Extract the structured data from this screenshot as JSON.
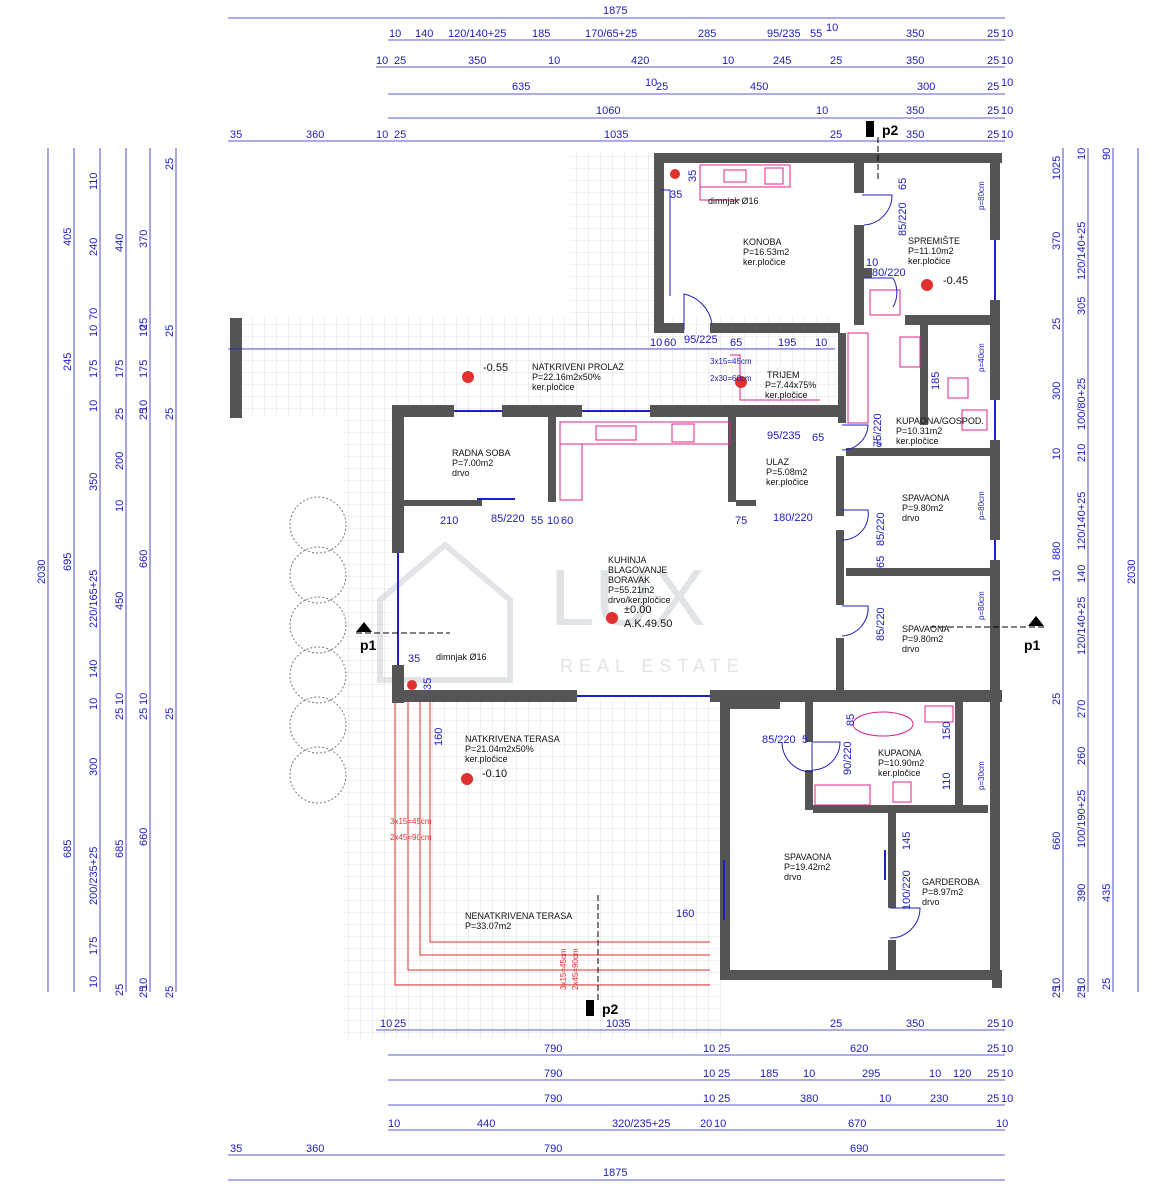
{
  "watermark": {
    "brand": "LUX",
    "sub": "REAL ESTATE"
  },
  "section_markers": {
    "vertical": "p2",
    "horizontal": "p1"
  },
  "top_dimensions": {
    "total": "1875",
    "row1": [
      "10",
      "140",
      "120/140+25",
      "185",
      "170/65+25",
      "285",
      "95/235",
      "55",
      "10",
      "350",
      "25",
      "10"
    ],
    "row2": [
      "10",
      "25",
      "350",
      "10",
      "420",
      "10",
      "245",
      "25",
      "350",
      "25",
      "10"
    ],
    "row3": [
      "635",
      "10",
      "25",
      "450",
      "300",
      "25",
      "10"
    ],
    "row4": [
      "1060",
      "10",
      "350",
      "25",
      "10"
    ],
    "row5": [
      "35",
      "360",
      "10",
      "25",
      "1035",
      "25",
      "350",
      "25",
      "10"
    ]
  },
  "bottom_dimensions": {
    "total": "1875",
    "row1": [
      "10",
      "25",
      "1035",
      "25",
      "350",
      "25",
      "10"
    ],
    "row2": [
      "790",
      "10",
      "25",
      "620",
      "25",
      "10"
    ],
    "row3": [
      "790",
      "10",
      "25",
      "185",
      "10",
      "295",
      "10",
      "120",
      "25",
      "10"
    ],
    "row4": [
      "790",
      "10",
      "25",
      "380",
      "10",
      "230",
      "25",
      "10"
    ],
    "row5": [
      "10",
      "440",
      "320/235+25",
      "20",
      "10",
      "670",
      "10"
    ],
    "row6": [
      "35",
      "360",
      "790",
      "690"
    ]
  },
  "left_dimensions": {
    "total": "2030",
    "col1": [
      "405",
      "245",
      "695",
      "685"
    ],
    "col2": [
      "110",
      "240",
      "10",
      "70",
      "175",
      "10",
      "350",
      "220/165+25",
      "140",
      "10",
      "300",
      "200/235+25",
      "175",
      "10"
    ],
    "col3": [
      "440",
      "175",
      "25",
      "200",
      "10",
      "450",
      "10",
      "25",
      "685",
      "25"
    ],
    "col4": [
      "370",
      "10",
      "25",
      "175",
      "25",
      "10",
      "660",
      "10",
      "25",
      "660",
      "10",
      "25"
    ]
  },
  "right_dimensions": {
    "total": "2030",
    "col1": [
      "25",
      "10",
      "370",
      "25",
      "300",
      "10",
      "880",
      "10",
      "25",
      "660",
      "10",
      "25"
    ],
    "col2": [
      "10",
      "120/140+25",
      "305",
      "100/80+25",
      "210",
      "120/140+25",
      "140",
      "120/140+25",
      "270",
      "260",
      "100/190+25",
      "390",
      "10",
      "25"
    ],
    "col3": [
      "90",
      "435",
      "25"
    ]
  },
  "rooms": {
    "konoba": {
      "name": "KONOBA",
      "area": "P=16.53m2",
      "floor": "ker.pločice"
    },
    "spremiste": {
      "name": "SPREMIŠTE",
      "area": "P=11.10m2",
      "floor": "ker.pločice",
      "level": "-0.45"
    },
    "prolaz": {
      "name": "NATKRIVENI PROLAZ",
      "area": "P=22.16m2x50%",
      "floor": "ker.pločice",
      "level": "-0.55"
    },
    "trijem": {
      "name": "TRIJEM",
      "area": "P=7.44x75%",
      "floor": "ker.pločice"
    },
    "kupaona_gosp": {
      "name": "KUPAONA/GOSPOD.",
      "area": "P=10.31m2",
      "floor": "ker.pločice"
    },
    "radna_soba": {
      "name": "RADNA SOBA",
      "area": "P=7.00m2",
      "floor": "drvo"
    },
    "ulaz": {
      "name": "ULAZ",
      "area": "P=5.08m2",
      "floor": "ker.pločice"
    },
    "spavaona1": {
      "name": "SPAVAONA",
      "area": "P=9.80m2",
      "floor": "drvo"
    },
    "spavaona2": {
      "name": "SPAVAONA",
      "area": "P=9.80m2",
      "floor": "drvo"
    },
    "kuhinja": {
      "l1": "KUHINJA",
      "l2": "BLAGOVANJE",
      "l3": "BORAVAK",
      "area": "P=55.21m2",
      "floor": "drvo/ker.pločice",
      "level": "±0.00",
      "ak": "A.K.49.50"
    },
    "terasa_natk": {
      "name": "NATKRIVENA TERASA",
      "area": "P=21.04m2x50%",
      "floor": "ker.pločice",
      "level": "-0.10"
    },
    "kupaona": {
      "name": "KUPAONA",
      "area": "P=10.90m2",
      "floor": "ker.pločice"
    },
    "spavaona3": {
      "name": "SPAVAONA",
      "area": "P=19.42m2",
      "floor": "drvo"
    },
    "garderoba": {
      "name": "GARDEROBA",
      "area": "P=8.97m2",
      "floor": "drvo"
    },
    "terasa_nenatk": {
      "name": "NENATKRIVENA TERASA",
      "area": "P=33.07m2"
    }
  },
  "inner_labels": {
    "dimnjak_top": "dimnjak Ø16",
    "dimnjak_left": "dimnjak  Ø16",
    "d35a": "35",
    "d35b": "35",
    "d35c": "35",
    "d35d": "35",
    "d65a": "65",
    "d8522a": "85/220",
    "d10": "10",
    "d80220": "80/220",
    "d95225": "95/225",
    "d65b": "65",
    "d195": "195",
    "d10b": "10",
    "d60": "60",
    "d10c": "10",
    "stair1a": "3x15=45cm",
    "stair1b": "2x30=60cm",
    "d95235": "95/235",
    "d65c": "65",
    "d75220": "75/220",
    "d5": "5",
    "d185": "185",
    "d210": "210",
    "d8522b": "85/220",
    "d55": "55",
    "d10d": "10",
    "d60b": "60",
    "d75": "75",
    "d180220": "180/220",
    "d8522c": "85/220",
    "d65d": "65",
    "d8522d": "85/220",
    "p80a": "p=80cm",
    "p80b": "p=80cm",
    "p80c": "p=80cm",
    "p40": "p=40cm",
    "p30": "p=30cm",
    "d8522e": "85/220",
    "d5b": "5",
    "d90220": "90/220",
    "d150": "150",
    "d110": "110",
    "d85": "85",
    "d160a": "160",
    "d160b": "160",
    "d145": "145",
    "d100220": "100/220",
    "stair2a": "3x15=45cm",
    "stair2b": "2x45=90cm",
    "stair3a": "3x15=45cm",
    "stair3b": "2x45=90cm"
  },
  "colors": {
    "wall": "#555555",
    "dimension": "#2020c0",
    "pink": "#e0208a",
    "red": "#e03030",
    "grid": "#b8b8b8"
  }
}
